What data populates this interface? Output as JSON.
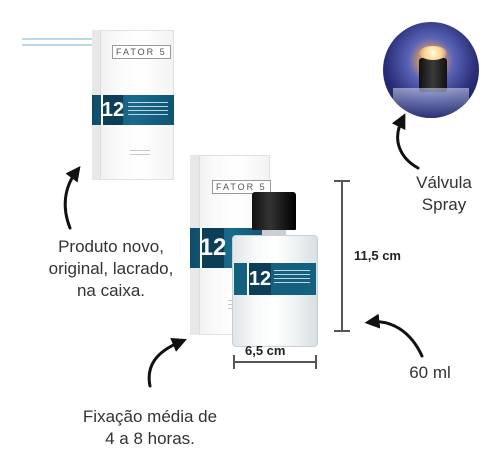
{
  "brand": "FATOR 5",
  "product_number": "12",
  "captions": {
    "valve_line1": "Válvula",
    "valve_line2": "Spray",
    "new_line1": "Produto novo,",
    "new_line2": "original, lacrado,",
    "new_line3": "na caixa.",
    "fixation_line1": "Fixação média de",
    "fixation_line2": "4 a 8 horas.",
    "volume": "60 ml"
  },
  "dimensions": {
    "height": "11,5 cm",
    "width": "6,5 cm"
  },
  "colors": {
    "accent_teal": "#14607f",
    "text": "#333333"
  }
}
